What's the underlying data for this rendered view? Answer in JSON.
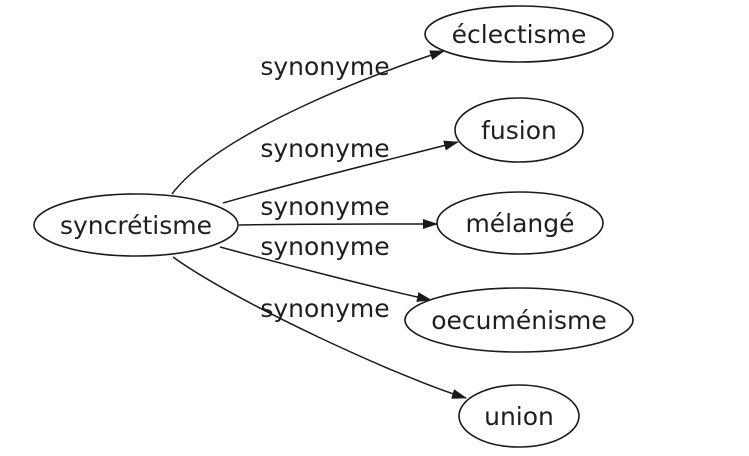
{
  "diagram": {
    "type": "synonym-graph",
    "language": "fr",
    "center_node": {
      "id": "syncretisme",
      "label": "syncrétisme"
    },
    "nodes": [
      {
        "id": "eclectisme",
        "label": "éclectisme"
      },
      {
        "id": "fusion",
        "label": "fusion"
      },
      {
        "id": "melange",
        "label": "mélangé"
      },
      {
        "id": "oecumenisme",
        "label": "oecuménisme"
      },
      {
        "id": "union",
        "label": "union"
      }
    ],
    "edges": [
      {
        "from": "syncrétisme",
        "to": "éclectisme",
        "label": "synonyme"
      },
      {
        "from": "syncrétisme",
        "to": "fusion",
        "label": "synonyme"
      },
      {
        "from": "syncrétisme",
        "to": "mélangé",
        "label": "synonyme"
      },
      {
        "from": "syncrétisme",
        "to": "oecuménisme",
        "label": "synonyme"
      },
      {
        "from": "syncrétisme",
        "to": "union",
        "label": "synonyme"
      }
    ],
    "colors": {
      "background": "#ffffff",
      "stroke": "#1a1a1a",
      "text": "#1f1f1f"
    }
  }
}
